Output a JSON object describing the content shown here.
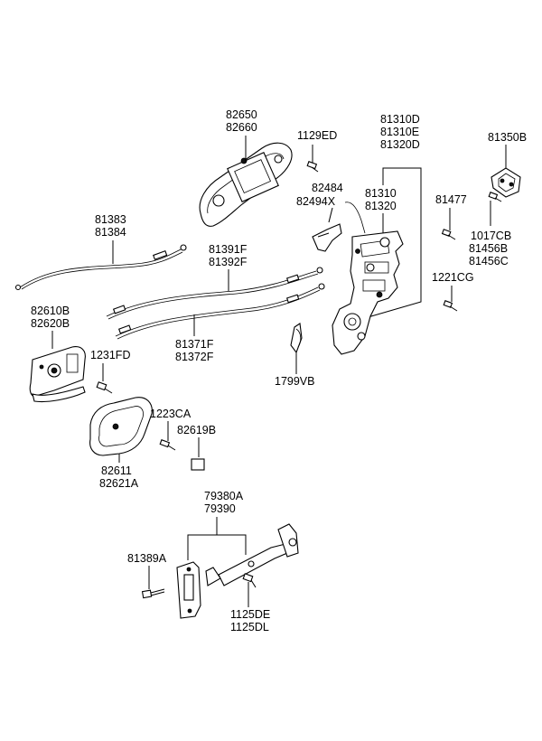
{
  "labels": {
    "l82650": "82650",
    "l82660": "82660",
    "l1129ED": "1129ED",
    "l81310D": "81310D",
    "l81310E": "81310E",
    "l81320D": "81320D",
    "l81350B": "81350B",
    "l82484": "82484",
    "l82494X": "82494X",
    "l81310": "81310",
    "l81320": "81320",
    "l81477": "81477",
    "l1017CB": "1017CB",
    "l81456B": "81456B",
    "l81456C": "81456C",
    "l1221CG": "1221CG",
    "l81383": "81383",
    "l81384": "81384",
    "l81391F": "81391F",
    "l81392F": "81392F",
    "l82610B": "82610B",
    "l82620B": "82620B",
    "l81371F": "81371F",
    "l81372F": "81372F",
    "l1231FD": "1231FD",
    "l1799VB": "1799VB",
    "l1223CA": "1223CA",
    "l82619B": "82619B",
    "l82611": "82611",
    "l82621A": "82621A",
    "l79380A": "79380A",
    "l79390": "79390",
    "l81389A": "81389A",
    "l1125DE": "1125DE",
    "l1125DL": "1125DL"
  }
}
